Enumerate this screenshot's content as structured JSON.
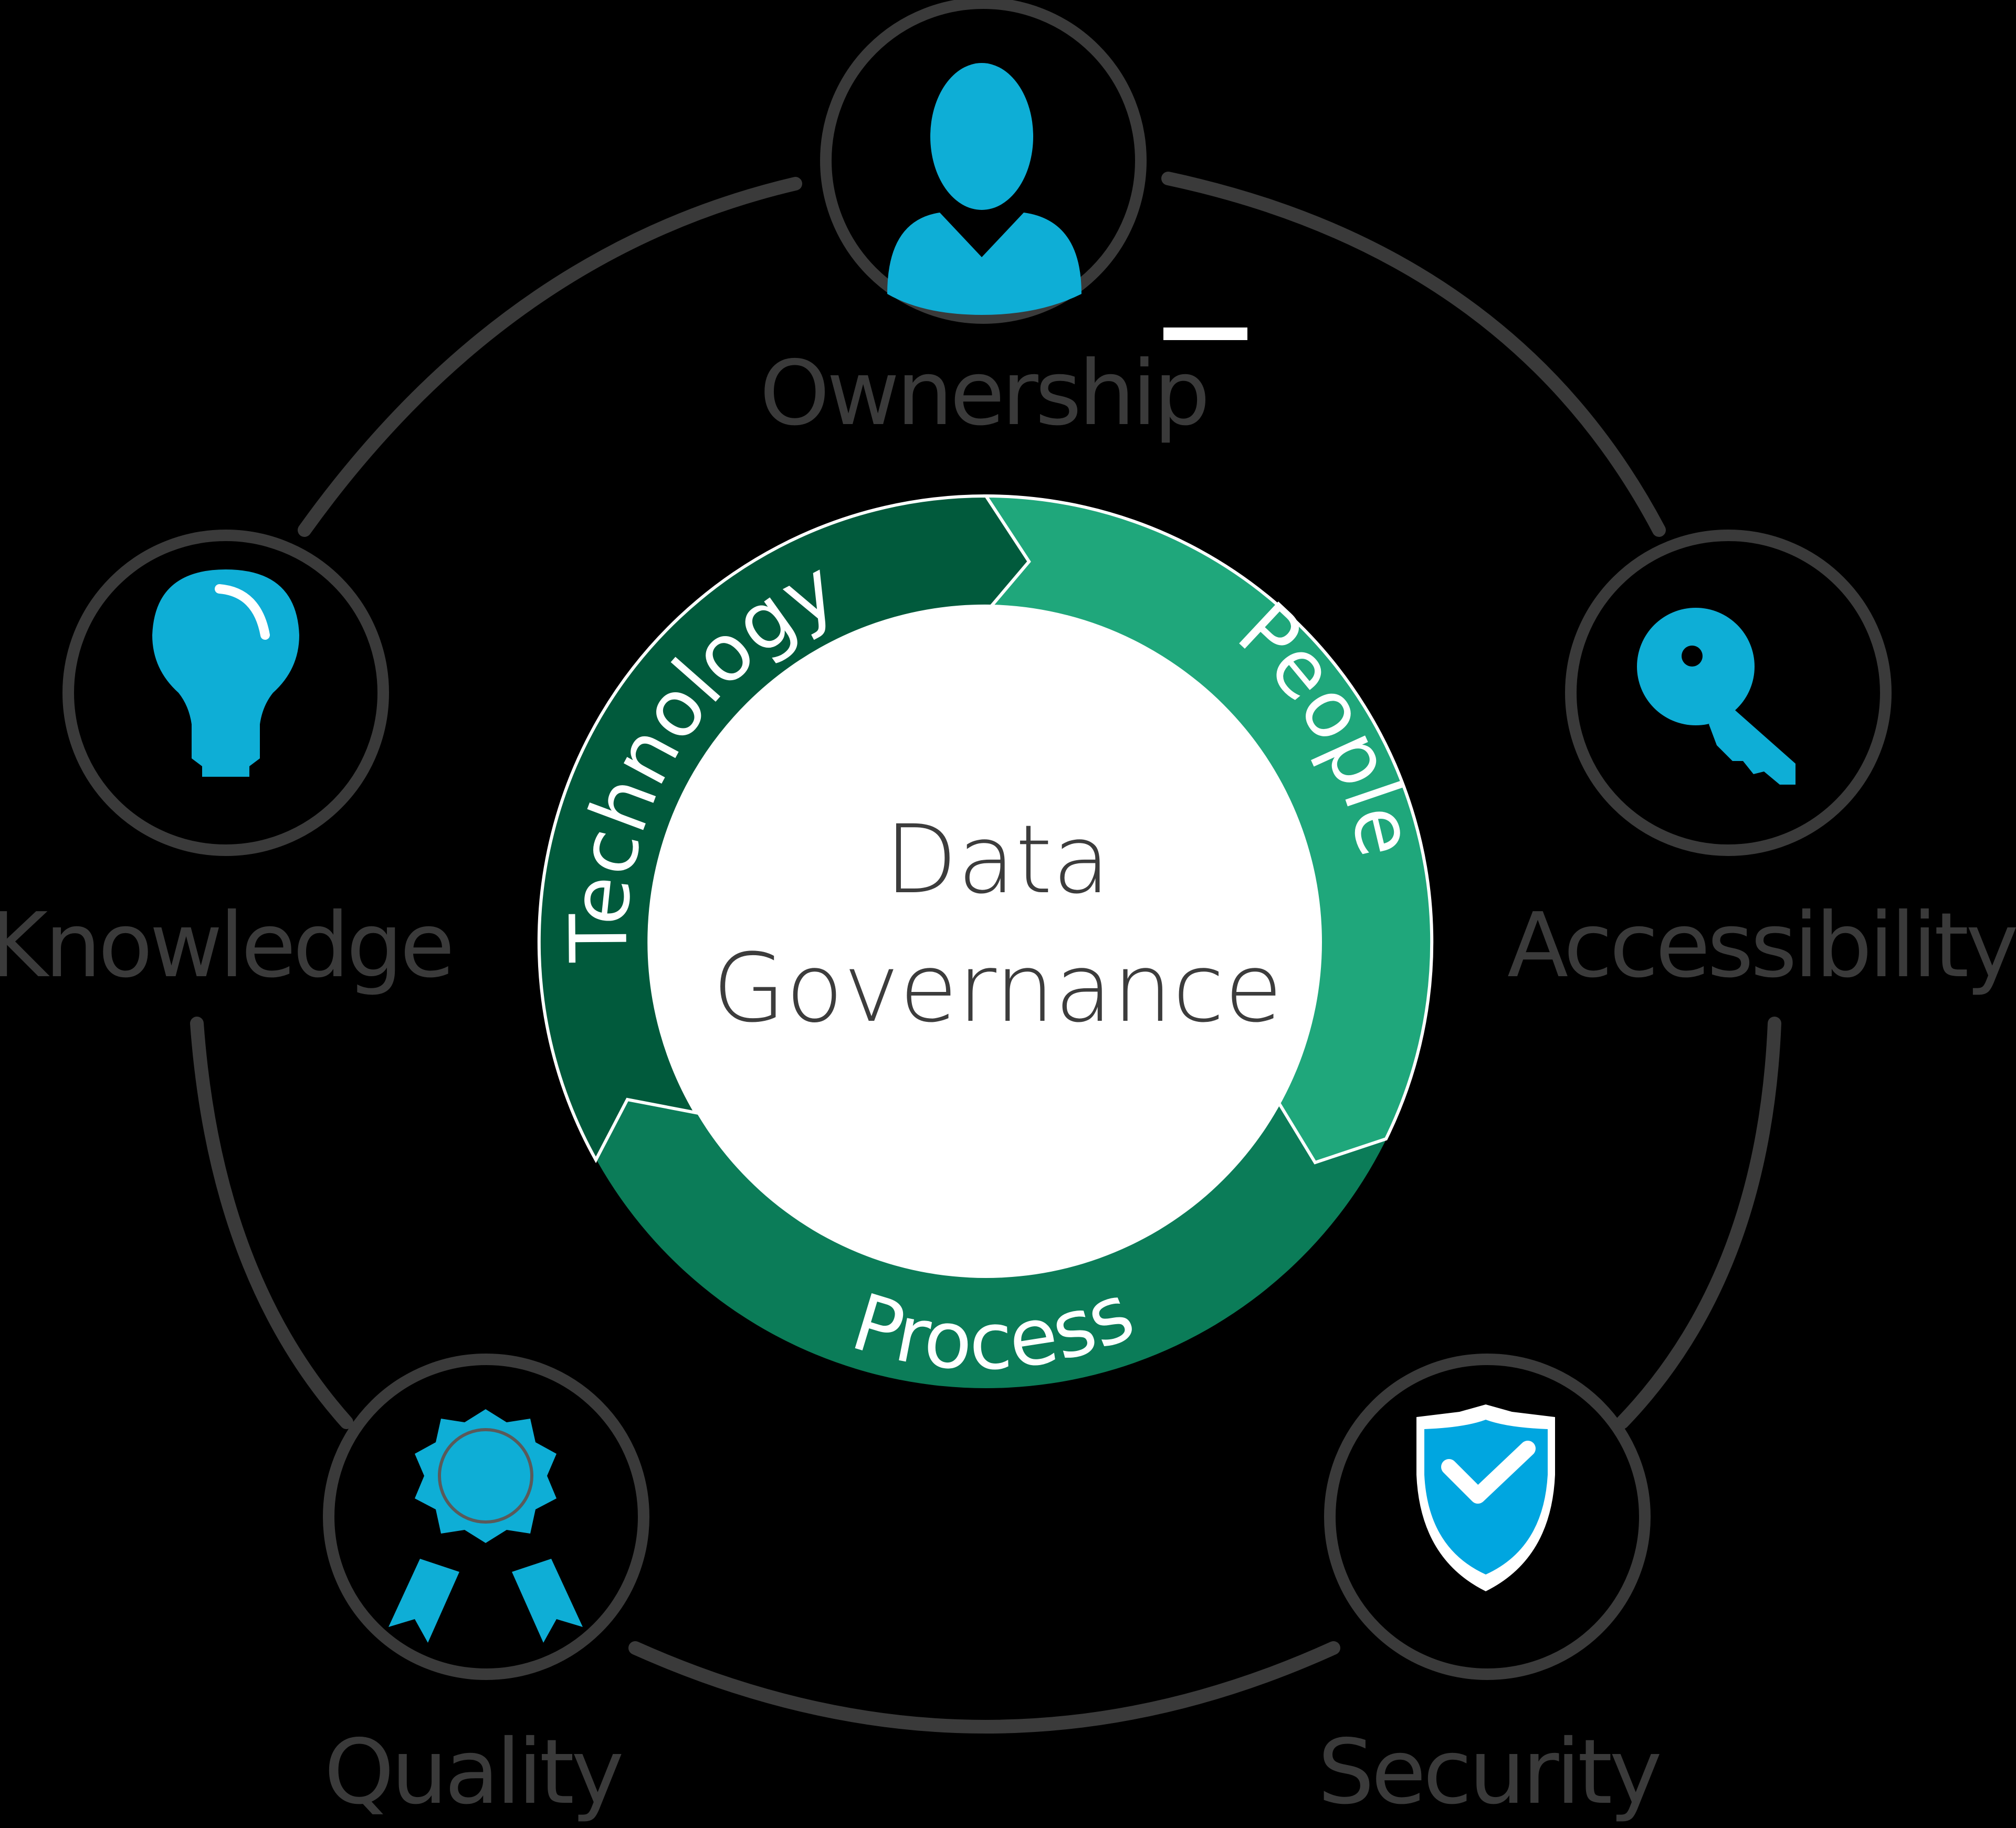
{
  "diagram": {
    "title": "Data Governance",
    "center": {
      "line1": "Data",
      "line2": "Governance"
    },
    "ring_segments": [
      {
        "label": "Technology",
        "color": "#015a3c"
      },
      {
        "label": "People",
        "color": "#1fa77b"
      },
      {
        "label": "Process",
        "color": "#0b7c58"
      }
    ],
    "nodes": [
      {
        "id": "ownership",
        "label": "Ownership",
        "icon": "person-icon"
      },
      {
        "id": "accessibility",
        "label": "Accessibility",
        "icon": "key-icon"
      },
      {
        "id": "security",
        "label": "Security",
        "icon": "shield-check-icon"
      },
      {
        "id": "quality",
        "label": "Quality",
        "icon": "award-ribbon-icon"
      },
      {
        "id": "knowledge",
        "label": "Knowledge",
        "icon": "lightbulb-icon"
      }
    ]
  },
  "colors": {
    "background": "#000000",
    "outline": "#3a3a3a",
    "icon_blue": "#0eaed6",
    "shield_blue": "#00a6e0",
    "ring_dark": "#015a3c",
    "ring_light": "#1fa77b",
    "ring_mid": "#0b7c58",
    "center_fill": "#ffffff"
  }
}
